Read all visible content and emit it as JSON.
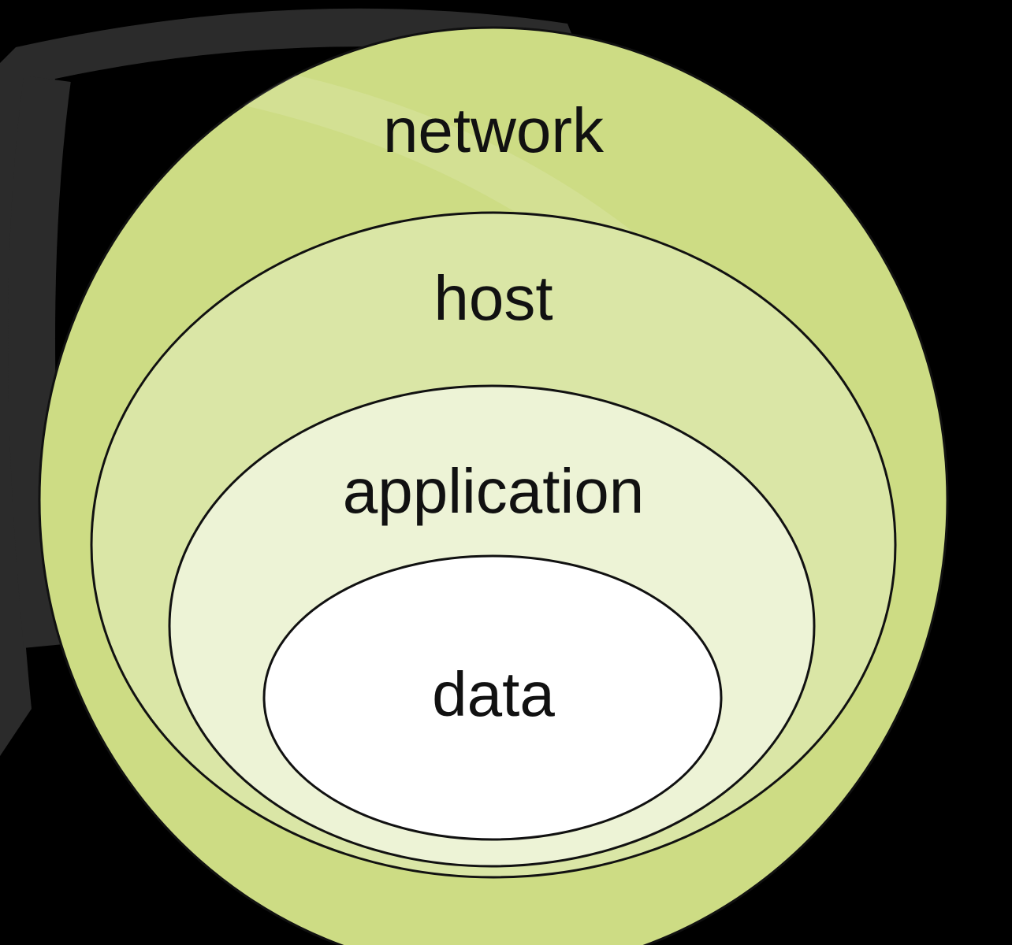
{
  "diagram": {
    "layers": [
      {
        "id": "network",
        "label": "network",
        "fill": "#cddc84"
      },
      {
        "id": "host",
        "label": "host",
        "fill": "#dae6a6"
      },
      {
        "id": "application",
        "label": "application",
        "fill": "#edf3d6"
      },
      {
        "id": "data",
        "label": "data",
        "fill": "#ffffff"
      }
    ],
    "colors": {
      "background": "#000000",
      "decor_arc": "#2b2b2b",
      "outline": "#111111"
    }
  }
}
